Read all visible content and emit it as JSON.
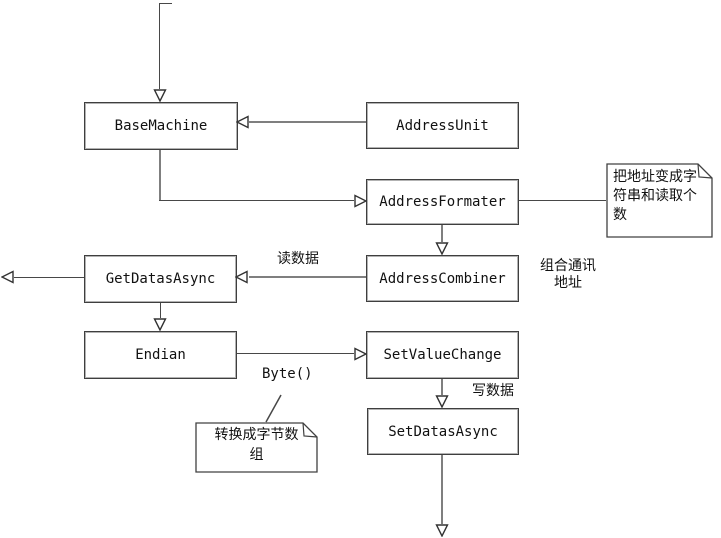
{
  "diagram": {
    "type": "uml-dependency-diagram",
    "nodes": [
      {
        "label": "BaseMachine"
      },
      {
        "label": "AddressUnit"
      },
      {
        "label": "AddressFormater"
      },
      {
        "label": "GetDatasAsync"
      },
      {
        "label": "AddressCombiner"
      },
      {
        "label": "Endian"
      },
      {
        "label": "SetValueChange"
      },
      {
        "label": "SetDatasAsync"
      }
    ],
    "notes": [
      {
        "text": "把地址变成字符串和读取个数",
        "attached_to": "AddressFormater"
      },
      {
        "text": "转换成字节数组",
        "attached_to": "Byte()"
      }
    ],
    "labels": {
      "read_data": "读数据",
      "combine_address": "组合通讯地址",
      "byte_call": "Byte()",
      "write_data": "写数据"
    },
    "edges": [
      {
        "from": "top-entry",
        "to": "BaseMachine",
        "arrowhead": "open-triangle-down"
      },
      {
        "from": "AddressUnit",
        "to": "BaseMachine",
        "arrowhead": "open-triangle-left"
      },
      {
        "from": "BaseMachine",
        "to": "AddressFormater",
        "arrowhead": "open-triangle-right"
      },
      {
        "from": "AddressFormater",
        "to": "note-0",
        "arrowhead": "none"
      },
      {
        "from": "AddressFormater",
        "to": "AddressCombiner",
        "arrowhead": "open-triangle-down"
      },
      {
        "from": "AddressCombiner",
        "to": "GetDatasAsync",
        "label": "读数据",
        "arrowhead": "open-triangle-left"
      },
      {
        "from": "GetDatasAsync",
        "to": "left-exit",
        "arrowhead": "open-triangle-left"
      },
      {
        "from": "GetDatasAsync",
        "to": "Endian",
        "arrowhead": "open-triangle-down"
      },
      {
        "from": "Endian",
        "to": "SetValueChange",
        "label": "Byte()",
        "arrowhead": "open-triangle-right"
      },
      {
        "from": "SetValueChange",
        "to": "SetDatasAsync",
        "label": "写数据",
        "arrowhead": "open-triangle-down"
      },
      {
        "from": "SetDatasAsync",
        "to": "bottom-exit",
        "arrowhead": "open-triangle-down"
      },
      {
        "from": "note-1",
        "to": "Byte()",
        "arrowhead": "none"
      }
    ],
    "colors": {
      "background": "#ffffff",
      "line_gray": "#7f7f7f",
      "line_dark": "#474747",
      "box_border": "#3f3f3f",
      "box_fill": "#ffffff",
      "text": "#111111"
    }
  }
}
